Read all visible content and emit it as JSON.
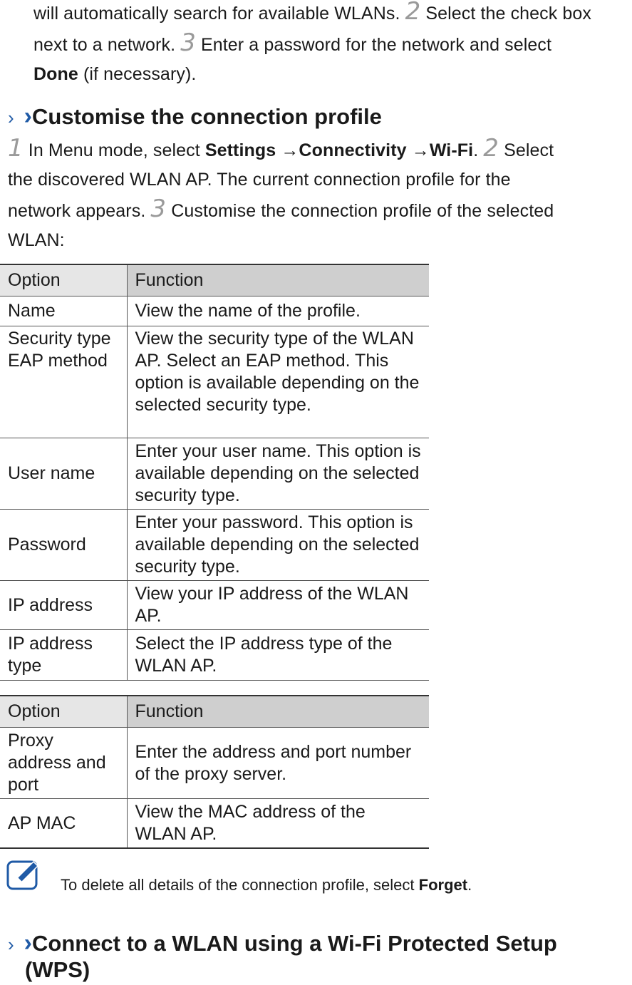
{
  "intro": {
    "line1": "will automatically search for available WLANs.",
    "step2": "2",
    "line1b": "Select the check box",
    "line2": "next to a network.",
    "step3": "3",
    "line2b": "Enter a password for the network and select",
    "done_label": "Done",
    "line3b": "(if necessary)."
  },
  "section1": {
    "chevron1": "›",
    "chevron2": "›",
    "title": "Customise the connection profile"
  },
  "steps": {
    "step1_num": "1",
    "step1_text": "In Menu mode, select",
    "menu_settings": "Settings",
    "arrow1": "→",
    "menu_connectivity": "Connectivity",
    "arrow2": "→",
    "menu_wifi": "Wi-Fi",
    "period": ".",
    "step2_num": "2",
    "step2_text_a": "Select",
    "step2_text_b": "the discovered WLAN AP. The current connection profile for the",
    "step2_text_c": "network appears.",
    "step3_num": "3",
    "step3_text_a": "Customise the connection profile of the selected",
    "step3_text_b": "WLAN:"
  },
  "table1": {
    "headers": [
      "Option",
      "Function"
    ],
    "rows": [
      {
        "option": "Name",
        "function": "View the name of the profile."
      },
      {
        "option": "Security type EAP method",
        "function": "View the security type of the WLAN AP. Select an EAP method. This option is available depending on the selected security type."
      },
      {
        "option": "User name",
        "function": "Enter your user name. This option is available depending on the selected security type."
      },
      {
        "option": "Password",
        "function": "Enter your password. This option is available depending on the selected security type."
      },
      {
        "option": "IP address",
        "function": "View your IP address of the WLAN AP."
      },
      {
        "option": "IP address type",
        "function": "Select the IP address type of the WLAN AP."
      }
    ]
  },
  "table2": {
    "headers": [
      "Option",
      "Function"
    ],
    "rows": [
      {
        "option": "Proxy address and port",
        "function": "Enter the address and port number of the proxy server."
      },
      {
        "option": "AP MAC",
        "function": "View the MAC address of the WLAN AP."
      }
    ]
  },
  "note": {
    "icon": "note-pencil-icon",
    "text_a": "To delete all details of the connection profile, select",
    "forget_label": "Forget",
    "text_b": "."
  },
  "section2": {
    "chevron1": "›",
    "chevron2": "›",
    "title_line1": "Connect to a WLAN using a Wi-Fi Protected Setup",
    "title_line2": "(WPS)"
  },
  "colors": {
    "accent": "#1f5aa6",
    "header_left": "#e6e6e6",
    "header_right": "#cfcfcf",
    "step_number": "#9a9a9a"
  }
}
